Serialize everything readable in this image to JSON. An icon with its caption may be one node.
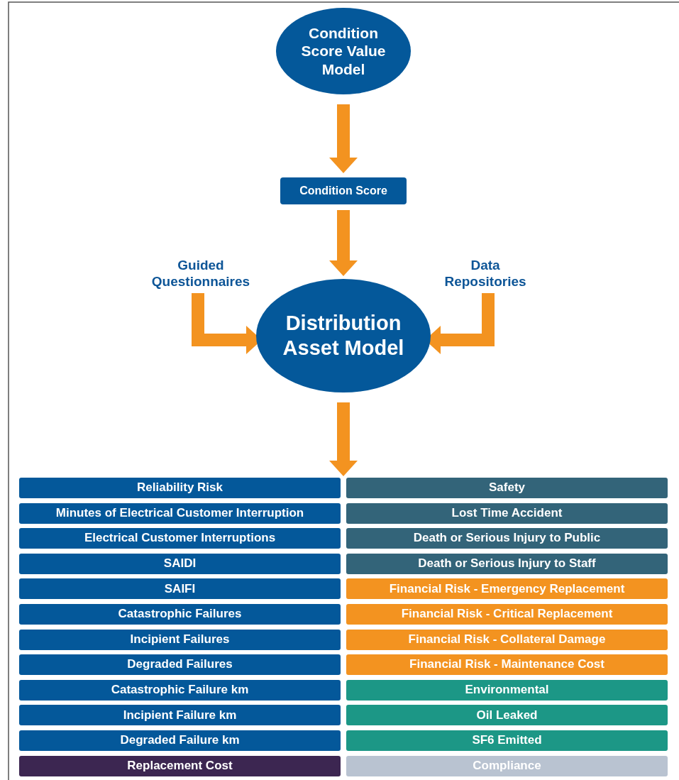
{
  "diagram": {
    "nodes": [
      {
        "text": [
          "Condition Score Value Model"
        ]
      },
      {
        "text": [
          "Condition Score"
        ]
      },
      {
        "text": [
          "Guided Questionnaires"
        ]
      },
      {
        "text": [
          "Data Repositories"
        ]
      },
      {
        "text": [
          "Distribution Asset Model"
        ]
      },
      {
        "text": [
          "Reliability Risk"
        ]
      },
      {
        "text": [
          "Safety"
        ]
      },
      {
        "text": [
          "Minutes of Electrical Customer Interruption"
        ]
      },
      {
        "text": [
          "Lost Time Accident"
        ]
      },
      {
        "text": [
          "Electrical Customer Interruptions"
        ]
      },
      {
        "text": [
          "Death or Serious Injury to Public"
        ]
      },
      {
        "text": [
          "SAIDI"
        ]
      },
      {
        "text": [
          "Death or Serious Injury to Staff"
        ]
      },
      {
        "text": [
          "SAIFI"
        ]
      },
      {
        "text": [
          "Financial Risk - Emergency Replacement"
        ]
      },
      {
        "text": [
          "Catastrophic Failures"
        ]
      },
      {
        "text": [
          "Financial Risk - Critical Replacement"
        ]
      },
      {
        "text": [
          "Incipient Failures"
        ]
      },
      {
        "text": [
          "Financial Risk - Collateral Damage"
        ]
      },
      {
        "text": [
          "Degraded Failures"
        ]
      },
      {
        "text": [
          "Financial Risk - Maintenance Cost"
        ]
      },
      {
        "text": [
          "Catastrophic Failure km"
        ]
      },
      {
        "text": [
          "Environmental"
        ]
      },
      {
        "text": [
          "Incipient Failure km"
        ]
      },
      {
        "text": [
          "Oil Leaked"
        ]
      },
      {
        "text": [
          "Degraded Failure km"
        ]
      },
      {
        "text": [
          "SF6 Emitted"
        ]
      },
      {
        "text": [
          "Replacement Cost"
        ]
      },
      {
        "text": [
          "Compliance"
        ]
      }
    ],
    "edges": [
      {
        "from": 0,
        "to": 1,
        "arrow": "to"
      },
      {
        "from": 1,
        "to": 4,
        "arrow": "to"
      },
      {
        "from": 2,
        "to": 4,
        "arrow": "to"
      },
      {
        "from": 3,
        "to": 4,
        "arrow": "to"
      },
      {
        "from": 4,
        "to": 5,
        "arrow": "to"
      }
    ]
  }
}
